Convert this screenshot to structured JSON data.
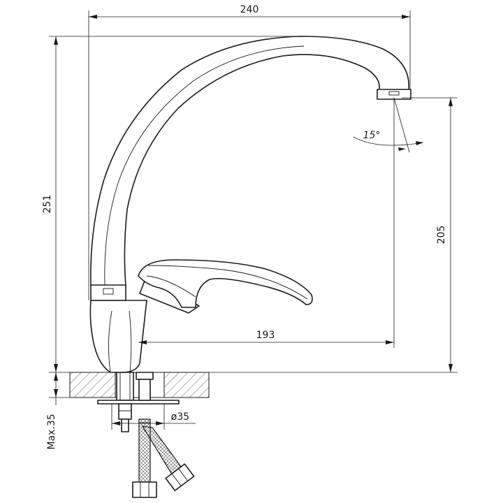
{
  "dimensions": {
    "overall_width": "240",
    "overall_height": "251",
    "spout_height": "205",
    "spout_reach": "193",
    "spout_angle": "15°",
    "hole_diameter": "ø35",
    "max_thickness": "Max.35"
  },
  "colors": {
    "line": "#1a1a1a",
    "background": "#ffffff"
  }
}
